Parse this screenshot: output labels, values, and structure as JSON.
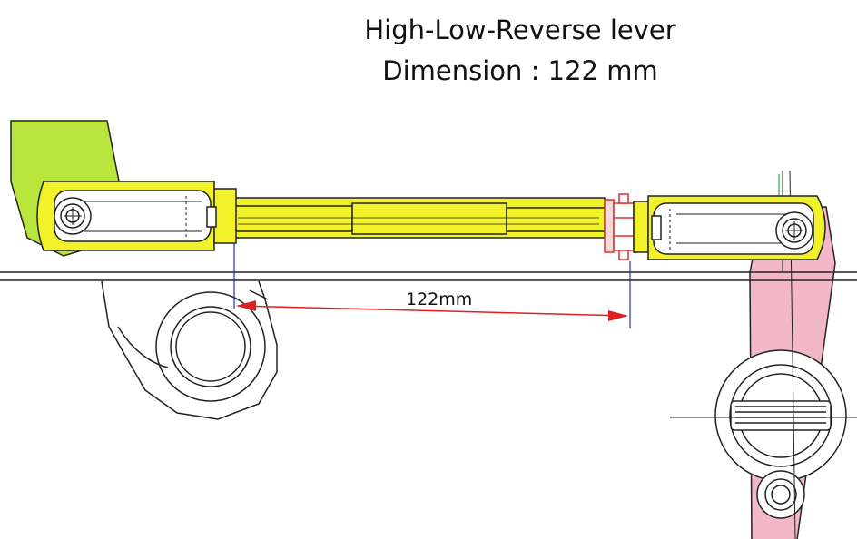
{
  "title": {
    "line1": "High-Low-Reverse lever",
    "line2": "Dimension : 122 mm"
  },
  "dimension": {
    "label": "122mm"
  },
  "colors": {
    "rod_yellow": "#f2f22a",
    "left_arm_green": "#b8e63c",
    "right_arm_pink": "#f2b8c8",
    "dimension_red": "#e02020",
    "nut_red": "#e03030",
    "outline": "#222222"
  }
}
